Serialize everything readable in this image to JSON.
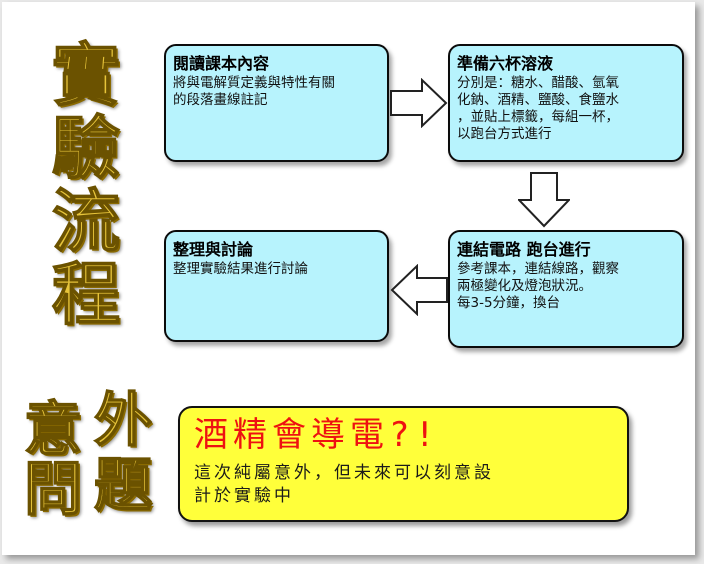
{
  "title": {
    "chars": [
      "實",
      "驗",
      "流",
      "程"
    ]
  },
  "steps": [
    {
      "title": "閱讀課本內容",
      "lines": [
        "將與電解質定義與特性有關",
        "的段落畫線註記"
      ]
    },
    {
      "title": "準備六杯溶液",
      "lines": [
        "分別是：糖水、醋酸、氫氧",
        "化鈉、酒精、鹽酸、食鹽水",
        "，並貼上標籤，每組一杯，",
        "以跑台方式進行"
      ]
    },
    {
      "title": "整理與討論",
      "lines": [
        "整理實驗結果進行討論"
      ]
    },
    {
      "title": "連結電路 跑台進行",
      "lines": [
        "參考課本，連結線路，觀察",
        "兩極變化及燈泡狀況。",
        "每3-5分鐘，換台"
      ]
    }
  ],
  "accident": {
    "label_chars": [
      "意",
      "外",
      "問",
      "題"
    ],
    "headline": "酒精會導電?!",
    "detail_lines": [
      "這次純屬意外，但未來可以刻意設",
      "計於實驗中"
    ]
  },
  "colors": {
    "step_fill": "#b7f3fd",
    "accident_fill": "#ffff3a",
    "headline_red": "#ee1111",
    "title_gold": "#e7c43a"
  }
}
